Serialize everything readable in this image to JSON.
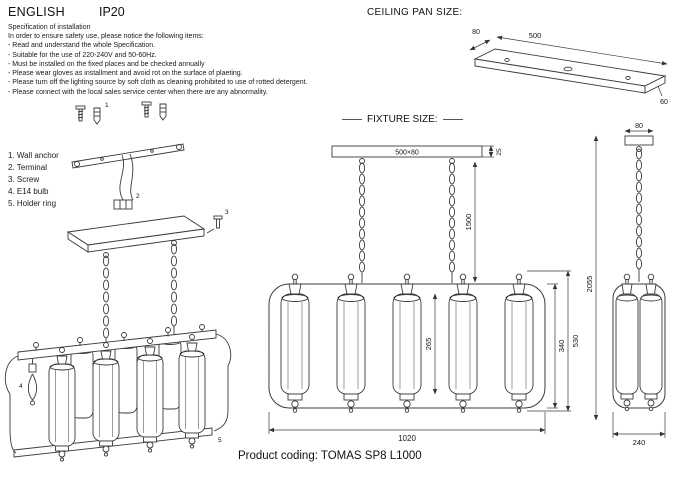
{
  "header": {
    "language": "ENGLISH",
    "ip_rating": "IP20"
  },
  "sections": {
    "ceiling_pan_title": "CEILING PAN SIZE:",
    "fixture_title": "FIXTURE SIZE:"
  },
  "spec": {
    "title": "Specification of installation",
    "intro": "In order to ensure safety use, please notice the following items:",
    "lines": [
      "- Read and understand the whole Specification.",
      "- Suitable for the use of 220-240V and 50-60Hz.",
      "- Must be installed on the fixed places and be checked annually",
      "- Please wear gloves as installment and avoid rot on the surface of plaeting.",
      "- Please turn off the lighting source by soft cloth as cleaning prohibited to use of rotted detergent.",
      "- Please connect with the local sales service center when there are any abnormality."
    ]
  },
  "parts": {
    "items": [
      "1. Wall anchor",
      "2. Terminal",
      "3. Screw",
      "4. E14 bulb",
      "5. Holder ring"
    ]
  },
  "callouts": {
    "c1": "1",
    "c2": "2",
    "c3": "3",
    "c4": "4",
    "c5": "5"
  },
  "dims": {
    "pan_width": "80",
    "pan_length": "500",
    "pan_height": "60",
    "canopy_size": "500×80",
    "canopy_height": "25",
    "chain_length": "1500",
    "shade_height": "265",
    "frame_height": "340",
    "fixture_height": "530",
    "fixture_width": "1020",
    "side_canopy_width": "80",
    "total_height": "2055",
    "side_width": "240"
  },
  "footer": {
    "product_coding": "Product coding: TOMAS SP8 L1000"
  }
}
